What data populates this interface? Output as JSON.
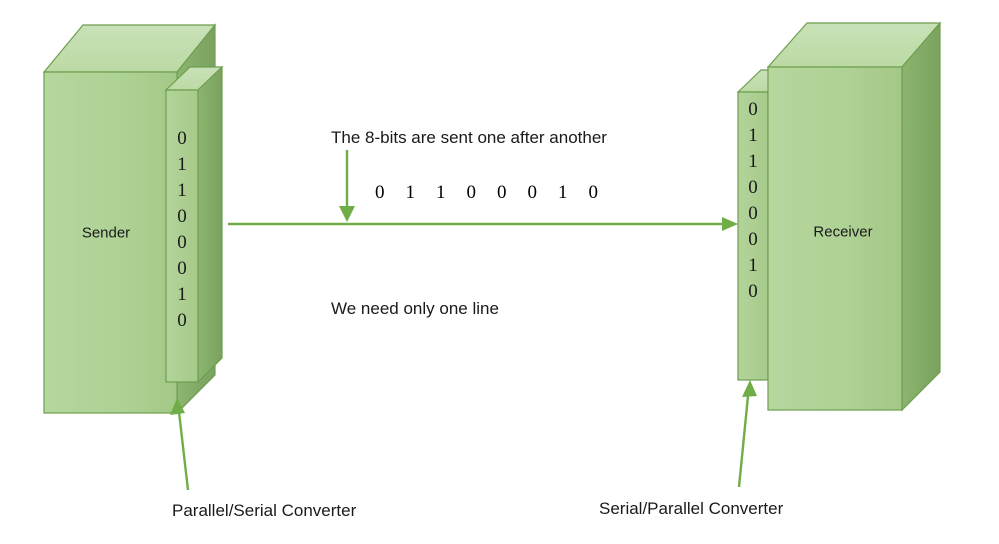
{
  "diagram": {
    "title_text_visible": false,
    "background_color": "#ffffff",
    "box_face_color": "#a9cf8f",
    "box_top_color": "#c2dcae",
    "box_side_color": "#7fa862",
    "box_stroke_color": "#6e9e4f",
    "arrow_color": "#70ad47",
    "text_color": "#1a1a1a"
  },
  "sender": {
    "label": "Sender",
    "bits": [
      "0",
      "1",
      "1",
      "0",
      "0",
      "0",
      "1",
      "0"
    ],
    "converter_caption": "Parallel/Serial Converter"
  },
  "receiver": {
    "label": "Receiver",
    "bits": [
      "0",
      "1",
      "1",
      "0",
      "0",
      "0",
      "1",
      "0"
    ],
    "converter_caption": "Serial/Parallel Converter"
  },
  "annotations": {
    "top_note": "The 8-bits are sent one after another",
    "bitstream": "0  1  1  0  0  0  1  0",
    "bitstream_bits": [
      "0",
      "1",
      "1",
      "0",
      "0",
      "0",
      "1",
      "0"
    ],
    "line_note": "We need only one line"
  }
}
